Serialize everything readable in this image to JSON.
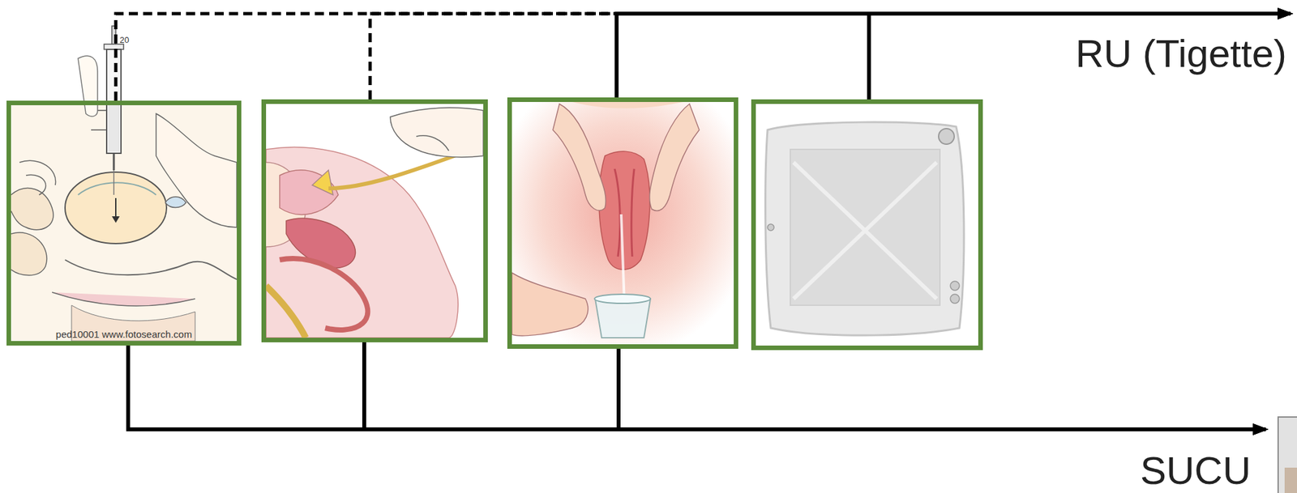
{
  "diagram": {
    "nodes": [
      {
        "text": [
          "ped10001 www.fotosearch.com"
        ]
      },
      {
        "text": []
      },
      {
        "text": []
      },
      {
        "text": []
      },
      {
        "text": [
          "RU (Tigette)"
        ]
      },
      {
        "text": [
          "SUCU"
        ]
      }
    ],
    "edges": [
      {
        "from": 0,
        "to": 4,
        "arrow": "to"
      },
      {
        "from": 1,
        "to": 4,
        "arrow": "to"
      },
      {
        "from": 2,
        "to": 4,
        "arrow": "to"
      },
      {
        "from": 3,
        "to": 4,
        "arrow": "to"
      },
      {
        "from": 0,
        "to": 5,
        "arrow": "to"
      },
      {
        "from": 1,
        "to": 5,
        "arrow": "to"
      },
      {
        "from": 2,
        "to": 5,
        "arrow": "to"
      }
    ],
    "labels": [
      "20"
    ]
  }
}
